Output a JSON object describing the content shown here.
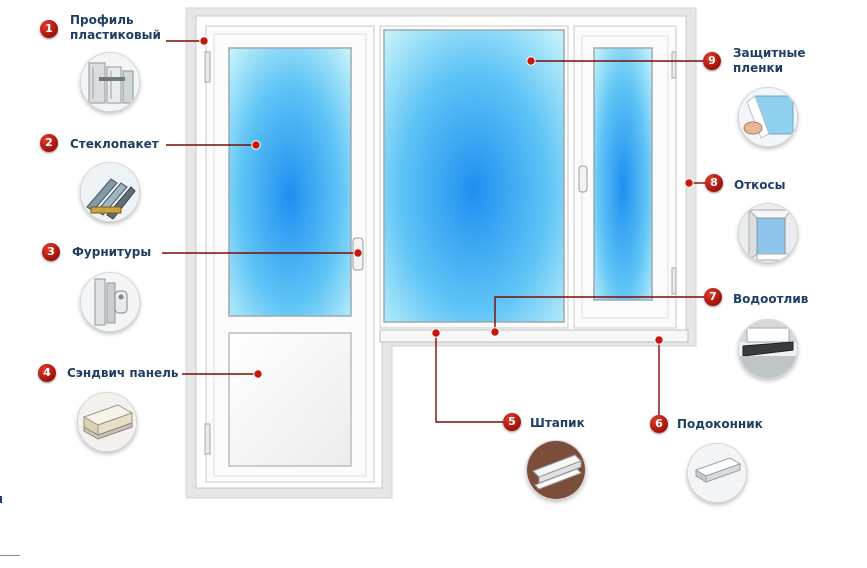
{
  "callouts": [
    {
      "number": "1",
      "label": "Профиль\nпластиковый",
      "icon": "pvc-profile-icon"
    },
    {
      "number": "2",
      "label": "Стеклопакет",
      "icon": "glass-unit-icon"
    },
    {
      "number": "3",
      "label": "Фурнитуры",
      "icon": "window-hardware-icon"
    },
    {
      "number": "4",
      "label": "Сэндвич панель",
      "icon": "sandwich-panel-icon"
    },
    {
      "number": "5",
      "label": "Штапик",
      "icon": "glazing-bead-icon"
    },
    {
      "number": "6",
      "label": "Подоконник",
      "icon": "window-sill-icon"
    },
    {
      "number": "7",
      "label": "Водоотлив",
      "icon": "drip-sill-icon"
    },
    {
      "number": "8",
      "label": "Откосы",
      "icon": "window-slope-icon"
    },
    {
      "number": "9",
      "label": "Защитные\nпленки",
      "icon": "protective-film-icon"
    }
  ],
  "colors": {
    "badge": "#b81c12",
    "label_text": "#1e3f63",
    "leader_line": "#7a0c06",
    "frame_white": "#ffffff",
    "frame_outline": "#cfcfcf",
    "wall_gray": "#e6e6e6",
    "glass_center": "#1f8ff0",
    "glass_edge": "#cdf6fb"
  }
}
